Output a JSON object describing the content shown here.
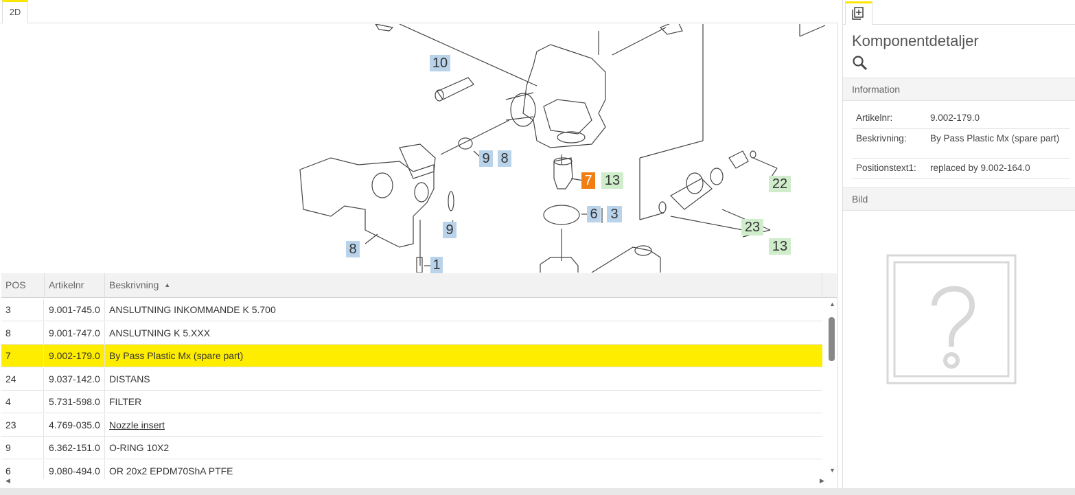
{
  "left_tabs": {
    "active": "2D"
  },
  "diagram": {
    "callouts": [
      {
        "text": "10",
        "color": "blue"
      },
      {
        "text": "9",
        "color": "blue"
      },
      {
        "text": "8",
        "color": "blue"
      },
      {
        "text": "7",
        "color": "orange"
      },
      {
        "text": "13",
        "color": "green"
      },
      {
        "text": "9",
        "color": "blue"
      },
      {
        "text": "6",
        "color": "blue"
      },
      {
        "text": "3",
        "color": "blue"
      },
      {
        "text": "8",
        "color": "blue"
      },
      {
        "text": "1",
        "color": "blue"
      },
      {
        "text": "22",
        "color": "green"
      },
      {
        "text": "23",
        "color": "green"
      },
      {
        "text": "13",
        "color": "green"
      }
    ]
  },
  "table": {
    "headers": {
      "pos": "POS",
      "artikelnr": "Artikelnr",
      "beskrivning": "Beskrivning"
    },
    "sort_indicator": "▲",
    "rows": [
      {
        "pos": "3",
        "artikelnr": "9.001-745.0",
        "beskrivning": "ANSLUTNING INKOMMANDE K 5.700",
        "selected": false,
        "link": false
      },
      {
        "pos": "8",
        "artikelnr": "9.001-747.0",
        "beskrivning": "ANSLUTNING K 5.XXX",
        "selected": false,
        "link": false
      },
      {
        "pos": "7",
        "artikelnr": "9.002-179.0",
        "beskrivning": "By Pass Plastic Mx (spare part)",
        "selected": true,
        "link": false
      },
      {
        "pos": "24",
        "artikelnr": "9.037-142.0",
        "beskrivning": "DISTANS",
        "selected": false,
        "link": false
      },
      {
        "pos": "4",
        "artikelnr": "5.731-598.0",
        "beskrivning": "FILTER",
        "selected": false,
        "link": false
      },
      {
        "pos": "23",
        "artikelnr": "4.769-035.0",
        "beskrivning": "Nozzle insert",
        "selected": false,
        "link": true
      },
      {
        "pos": "9",
        "artikelnr": "6.362-151.0",
        "beskrivning": "O-RING 10X2",
        "selected": false,
        "link": false
      },
      {
        "pos": "6",
        "artikelnr": "9.080-494.0",
        "beskrivning": "OR 20x2 EPDM70ShA PTFE",
        "selected": false,
        "link": false
      }
    ]
  },
  "details": {
    "title": "Komponentdetaljer",
    "search_icon": "search-icon",
    "section_information": "Information",
    "fields": [
      {
        "label": "Artikelnr:",
        "value": "9.002-179.0"
      },
      {
        "label": "Beskrivning:",
        "value": "By Pass Plastic Mx (spare part)"
      },
      {
        "label": "Positionstext1:",
        "value": "replaced by 9.002-164.0"
      }
    ],
    "section_image": "Bild"
  },
  "colors": {
    "accent_yellow": "#ffed00",
    "tab_indicator": "#ffe600",
    "callout_blue": "#b8d3ea",
    "callout_green": "#cfeccb",
    "callout_orange": "#f07e12"
  }
}
